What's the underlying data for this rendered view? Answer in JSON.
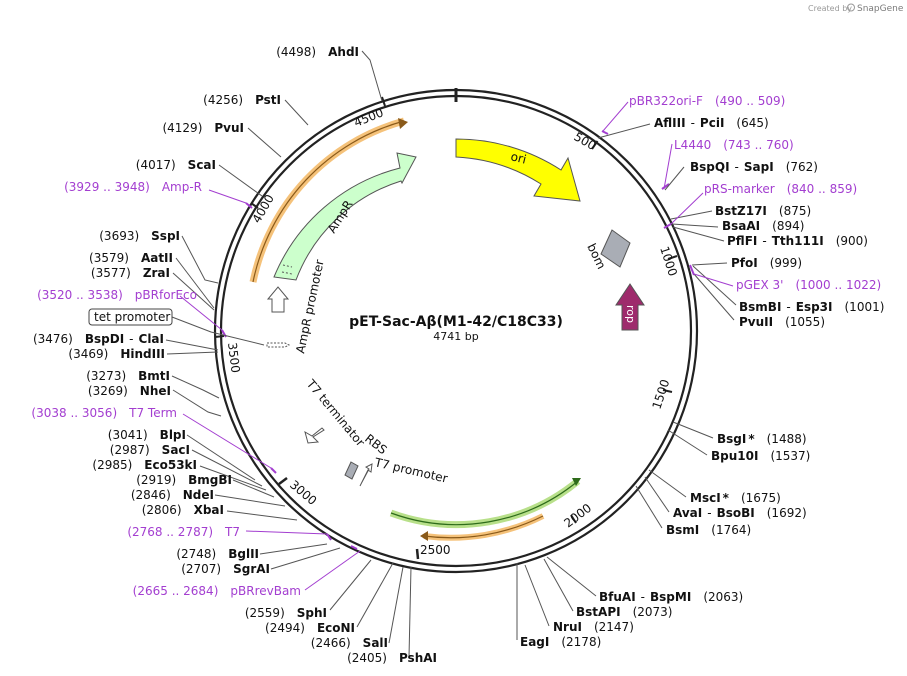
{
  "credit": {
    "prefix": "Created by",
    "brand": "SnapGene"
  },
  "plasmid": {
    "name": "pET-Sac-Aβ(M1-42/C18C33)",
    "length": "4741 bp"
  },
  "ticks": [
    "500",
    "1000",
    "1500",
    "2000",
    "2500",
    "3000",
    "3500",
    "4000",
    "4500"
  ],
  "features": {
    "ori": "ori",
    "bom": "bom",
    "rop": "rop",
    "ampr": "AmpR",
    "ampr_promoter": "AmpR promoter",
    "t7_terminator": "T7 terminator",
    "rbs": "RBS",
    "t7_promoter": "T7 promoter",
    "tet_promoter": "tet promoter"
  },
  "enzymes_right": [
    {
      "name": "AflIII",
      "sep": "-",
      "name2": "PciI",
      "pos": "(645)"
    },
    {
      "name": "BspQI",
      "sep": "-",
      "name2": "SapI",
      "pos": "(762)"
    },
    {
      "name": "BstZ17I",
      "pos": "(875)"
    },
    {
      "name": "BsaAI",
      "pos": "(894)"
    },
    {
      "name": "PflFI",
      "sep": "-",
      "name2": "Tth111I",
      "pos": "(900)"
    },
    {
      "name": "PfoI",
      "pos": "(999)"
    },
    {
      "name": "BsmBI",
      "sep": "-",
      "name2": "Esp3I",
      "pos": "(1001)"
    },
    {
      "name": "PvuII",
      "pos": "(1055)"
    },
    {
      "name": "BsgI",
      "star": "*",
      "pos": "(1488)"
    },
    {
      "name": "Bpu10I",
      "pos": "(1537)"
    },
    {
      "name": "MscI",
      "star": "*",
      "pos": "(1675)"
    },
    {
      "name": "AvaI",
      "sep": "-",
      "name2": "BsoBI",
      "pos": "(1692)"
    },
    {
      "name": "BsmI",
      "pos": "(1764)"
    },
    {
      "name": "BfuAI",
      "sep": "-",
      "name2": "BspMI",
      "pos": "(2063)"
    },
    {
      "name": "BstAPI",
      "pos": "(2073)"
    },
    {
      "name": "NruI",
      "pos": "(2147)"
    },
    {
      "name": "EagI",
      "pos": "(2178)"
    }
  ],
  "enzymes_left": [
    {
      "name": "AhdI",
      "pos": "(4498)"
    },
    {
      "name": "PstI",
      "pos": "(4256)"
    },
    {
      "name": "PvuI",
      "pos": "(4129)"
    },
    {
      "name": "ScaI",
      "pos": "(4017)"
    },
    {
      "name": "SspI",
      "pos": "(3693)"
    },
    {
      "name": "AatII",
      "pos": "(3579)"
    },
    {
      "name": "ZraI",
      "pos": "(3577)"
    },
    {
      "name": "BspDI",
      "sep": "-",
      "name2": "ClaI",
      "pos": "(3476)"
    },
    {
      "name": "HindIII",
      "pos": "(3469)"
    },
    {
      "name": "BmtI",
      "pos": "(3273)"
    },
    {
      "name": "NheI",
      "pos": "(3269)"
    },
    {
      "name": "BlpI",
      "pos": "(3041)"
    },
    {
      "name": "SacI",
      "pos": "(2987)"
    },
    {
      "name": "Eco53kI",
      "pos": "(2985)"
    },
    {
      "name": "BmgBI",
      "pos": "(2919)"
    },
    {
      "name": "NdeI",
      "pos": "(2846)"
    },
    {
      "name": "XbaI",
      "pos": "(2806)"
    },
    {
      "name": "BglII",
      "pos": "(2748)"
    },
    {
      "name": "SgrAI",
      "pos": "(2707)"
    },
    {
      "name": "SphI",
      "pos": "(2559)"
    },
    {
      "name": "EcoNI",
      "pos": "(2494)"
    },
    {
      "name": "SalI",
      "pos": "(2466)"
    },
    {
      "name": "PshAI",
      "pos": "(2405)"
    }
  ],
  "primers": [
    {
      "name": "pBR322ori-F",
      "range": "(490 .. 509)"
    },
    {
      "name": "L4440",
      "range": "(743 .. 760)"
    },
    {
      "name": "pRS-marker",
      "range": "(840 .. 859)"
    },
    {
      "name": "pGEX 3'",
      "range": "(1000 .. 1022)"
    },
    {
      "name": "Amp-R",
      "range": "(3929 .. 3948)"
    },
    {
      "name": "pBRforEco",
      "range": "(3520 .. 3538)"
    },
    {
      "name": "T7 Term",
      "range": "(3038 .. 3056)"
    },
    {
      "name": "T7",
      "range": "(2768 .. 2787)"
    },
    {
      "name": "pBRrevBam",
      "range": "(2665 .. 2684)"
    }
  ],
  "colors": {
    "ori": "#ffff00",
    "ampr": "#ccffcc",
    "bom": "#a9adb5",
    "rop": "#9e2b6c",
    "primer": "#a33ed0",
    "orf_orange": "#f5c27a",
    "orf_green": "#b8e08a"
  }
}
